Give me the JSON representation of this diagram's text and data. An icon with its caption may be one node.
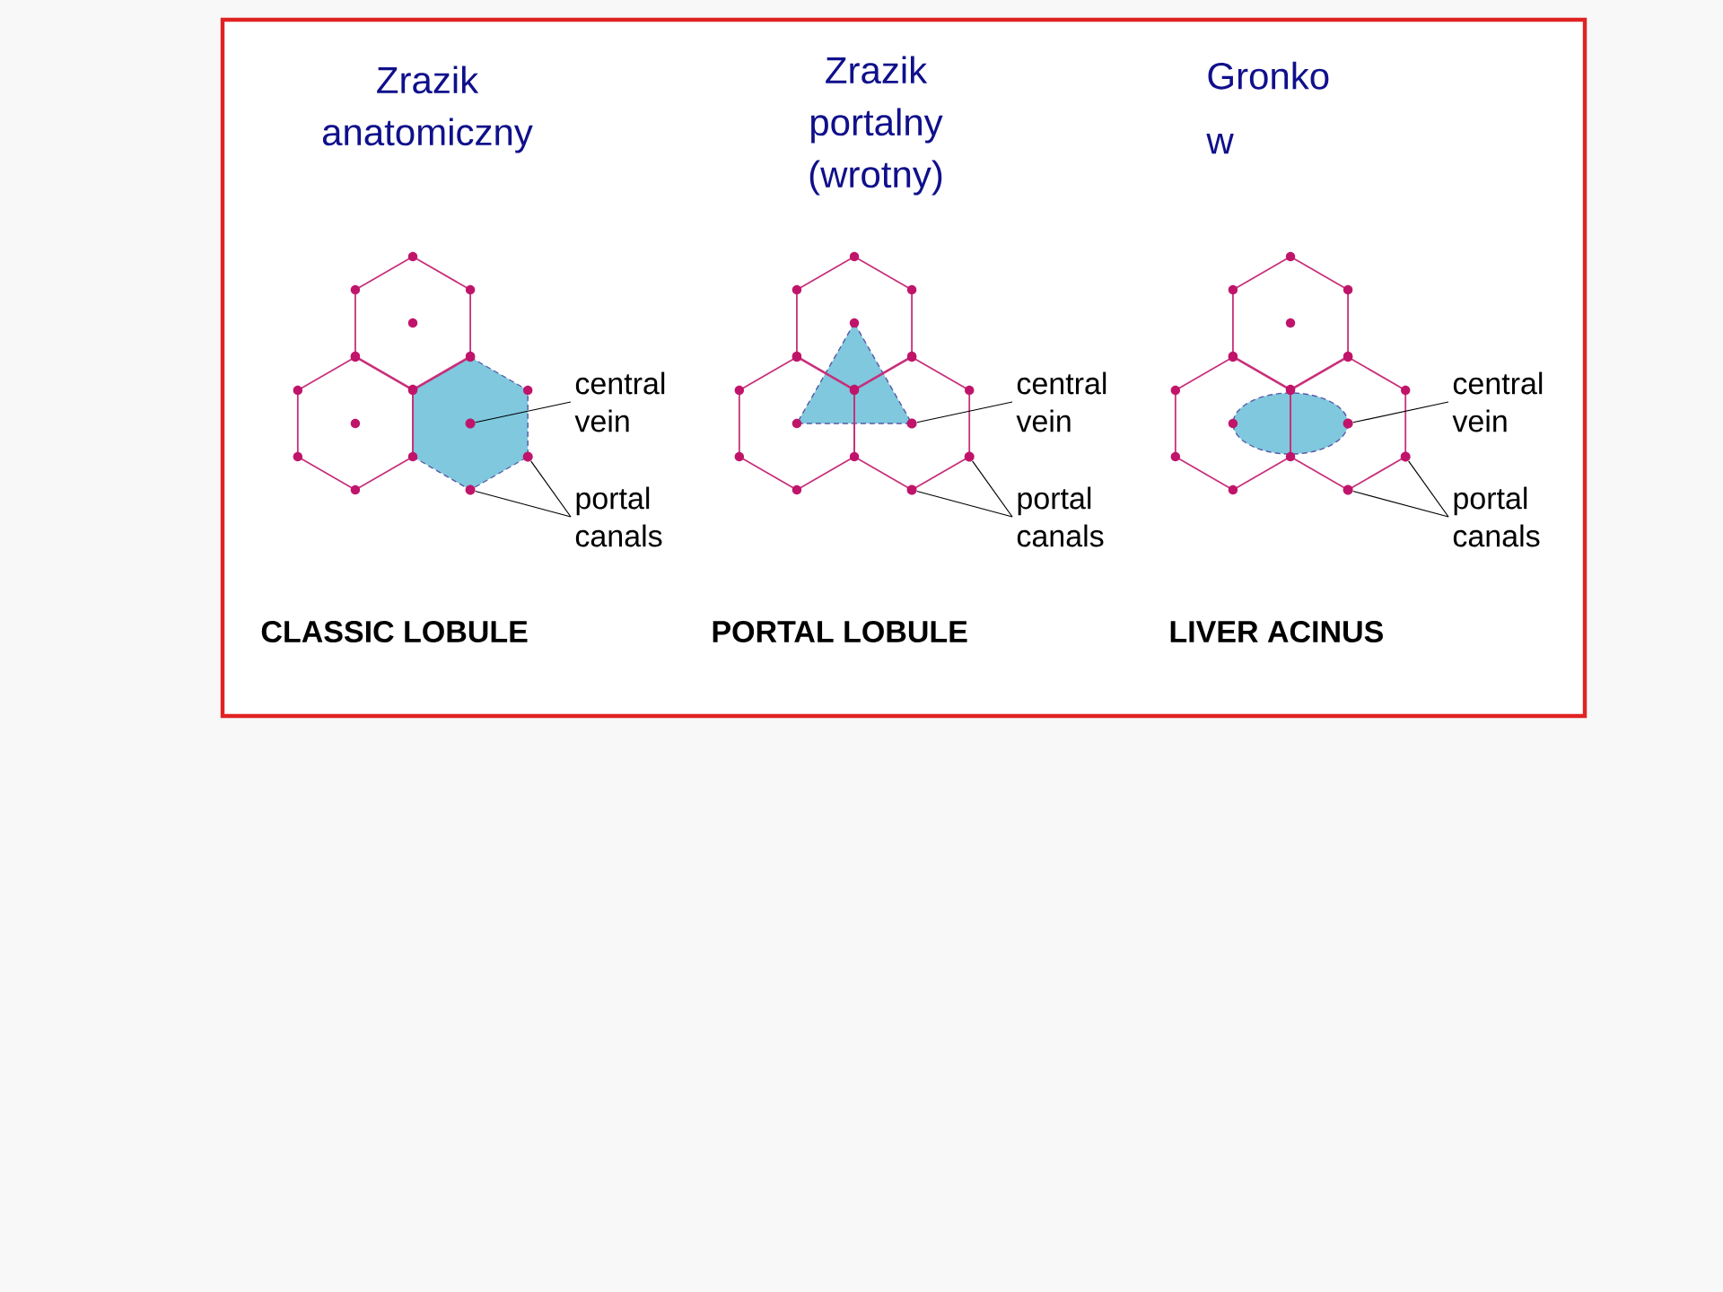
{
  "diagram": {
    "nodes": [
      {
        "text": [
          "central vein"
        ]
      },
      {
        "text": [
          "portal canals"
        ]
      },
      {
        "text": [],
        "shape": "circle"
      },
      {
        "text": [],
        "shape": "circle"
      },
      {
        "text": [],
        "shape": "circle"
      },
      {
        "text": [
          "central vein"
        ]
      },
      {
        "text": [
          "portal canals"
        ]
      },
      {
        "text": [],
        "shape": "circle"
      },
      {
        "text": [],
        "shape": "circle"
      },
      {
        "text": [],
        "shape": "circle"
      },
      {
        "text": [
          "central vein"
        ]
      },
      {
        "text": [
          "portal canals"
        ]
      },
      {
        "text": [],
        "shape": "circle"
      },
      {
        "text": [],
        "shape": "circle"
      },
      {
        "text": [],
        "shape": "circle"
      }
    ],
    "edges": [
      {
        "from": 0,
        "to": 2,
        "arrow": "none"
      },
      {
        "from": 1,
        "to": 3,
        "arrow": "none"
      },
      {
        "from": 1,
        "to": 4,
        "arrow": "none"
      },
      {
        "from": 5,
        "to": 7,
        "arrow": "none"
      },
      {
        "from": 6,
        "to": 8,
        "arrow": "none"
      },
      {
        "from": 6,
        "to": 9,
        "arrow": "none"
      },
      {
        "from": 10,
        "to": 12,
        "arrow": "none"
      },
      {
        "from": 11,
        "to": 13,
        "arrow": "none"
      },
      {
        "from": 11,
        "to": 14,
        "arrow": "none"
      }
    ],
    "labels": [
      "Zrazik anatomiczny",
      "Zrazik portalny (wrotny)",
      "Gronko w",
      "CLASSIC LOBULE",
      "PORTAL LOBULE",
      "LIVER ACINUS"
    ]
  }
}
